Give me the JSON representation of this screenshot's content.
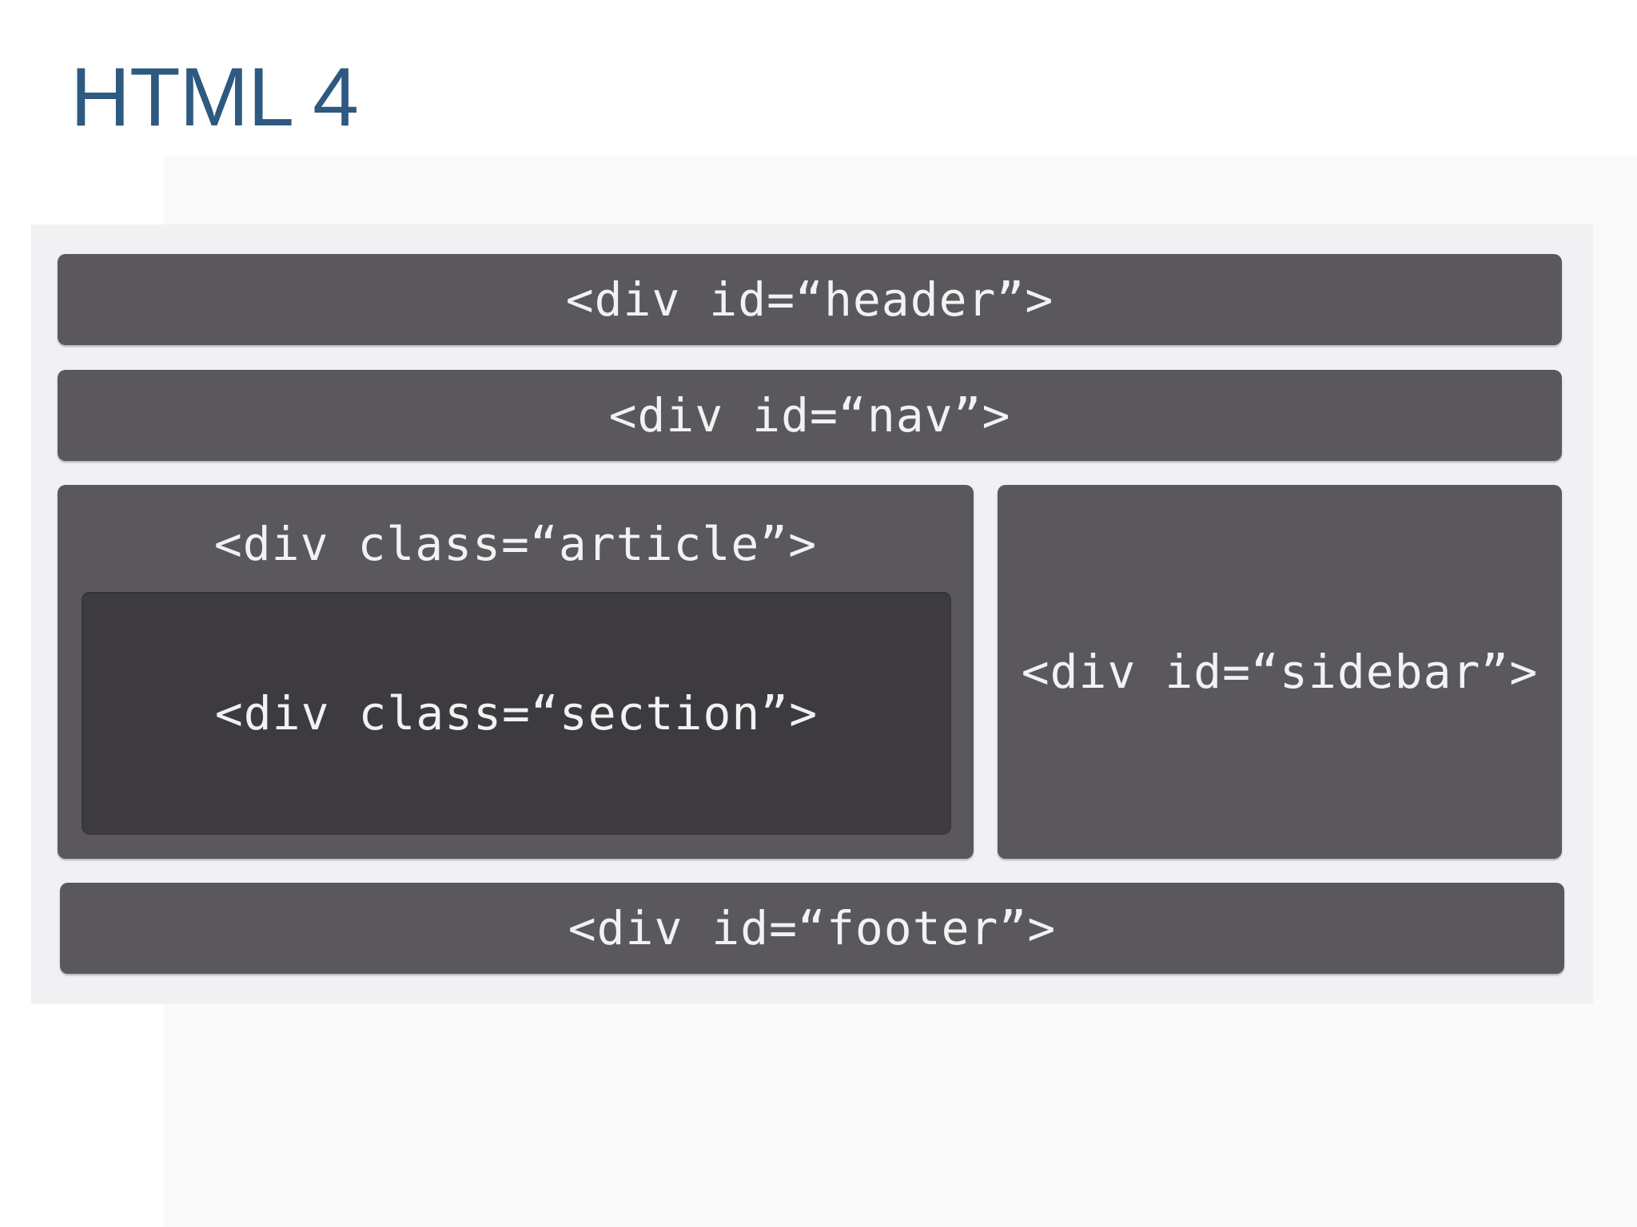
{
  "title": "HTML 4",
  "boxes": {
    "header": "<div id=“header”>",
    "nav": "<div id=“nav”>",
    "article": "<div class=“article”>",
    "section": "<div class=“section”>",
    "sidebar": "<div id=“sidebar”>",
    "footer": "<div id=“footer”>"
  },
  "colors": {
    "title": "#2e5980",
    "box": "#5a585c",
    "section_box": "#3d3b3f",
    "box_text": "#f2f2f2",
    "diagram_background": "#f1f0f2"
  }
}
